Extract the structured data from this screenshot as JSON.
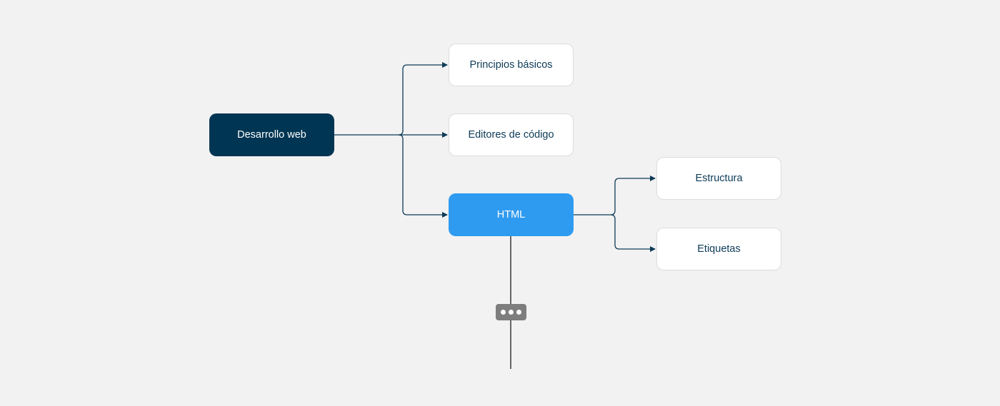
{
  "mindmap": {
    "root": {
      "label": "Desarrollo web"
    },
    "children": [
      {
        "label": "Principios básicos"
      },
      {
        "label": "Editores de código"
      },
      {
        "label": "HTML"
      }
    ],
    "html_children": [
      {
        "label": "Estructura"
      },
      {
        "label": "Etiquetas"
      }
    ],
    "more_icon": "ellipsis-icon"
  },
  "colors": {
    "background": "#f2f2f2",
    "root_fill": "#003653",
    "selected_fill": "#2f9bf0",
    "child_fill": "#ffffff",
    "connector": "#0d3b57",
    "more_button_fill": "#7d7d7d"
  }
}
